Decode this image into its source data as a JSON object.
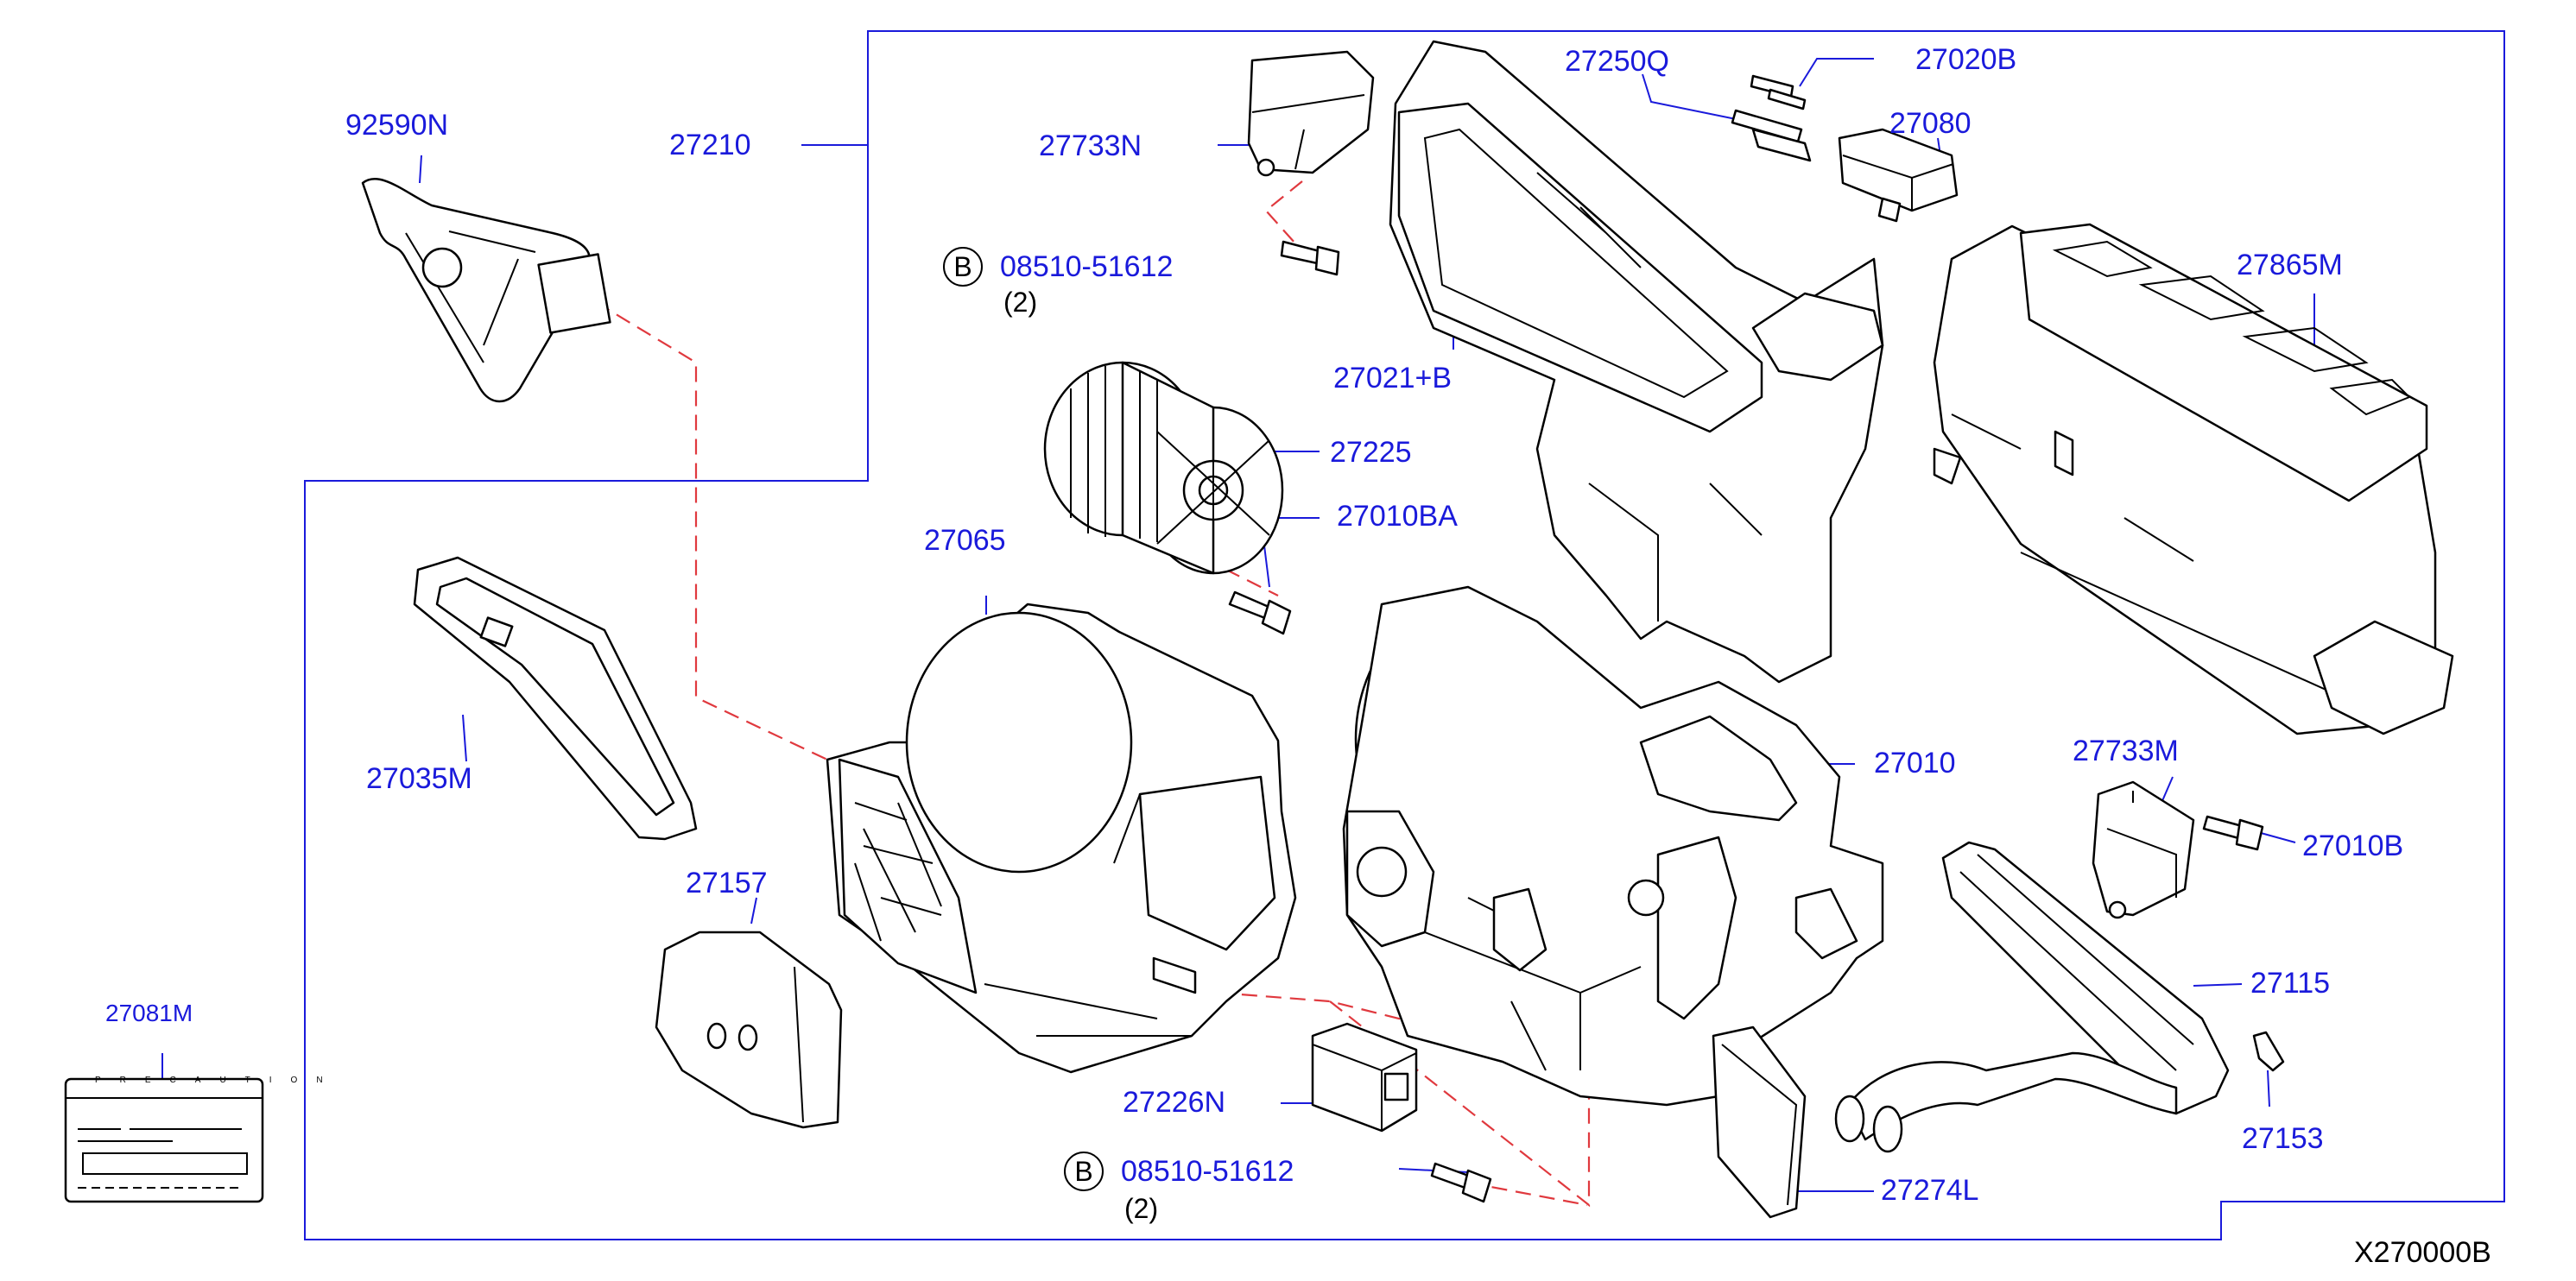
{
  "diagram_code": "X270000B",
  "precaution_text": "PRECAUTION",
  "callouts": [
    {
      "id": "92590N",
      "label": "92590N"
    },
    {
      "id": "27210",
      "label": "27210"
    },
    {
      "id": "27733N",
      "label": "27733N"
    },
    {
      "id": "bolt_upper",
      "label": "08510-51612",
      "qty": "(2)",
      "circle": "B"
    },
    {
      "id": "27250Q",
      "label": "27250Q"
    },
    {
      "id": "27020B",
      "label": "27020B"
    },
    {
      "id": "27080",
      "label": "27080"
    },
    {
      "id": "27865M",
      "label": "27865M"
    },
    {
      "id": "27021B",
      "label": "27021+B"
    },
    {
      "id": "27225",
      "label": "27225"
    },
    {
      "id": "27010BA",
      "label": "27010BA"
    },
    {
      "id": "27065",
      "label": "27065"
    },
    {
      "id": "27035M",
      "label": "27035M"
    },
    {
      "id": "27010",
      "label": "27010"
    },
    {
      "id": "27733M",
      "label": "27733M"
    },
    {
      "id": "27010B",
      "label": "27010B"
    },
    {
      "id": "27157",
      "label": "27157"
    },
    {
      "id": "27115",
      "label": "27115"
    },
    {
      "id": "27081M",
      "label": "27081M"
    },
    {
      "id": "27226N",
      "label": "27226N"
    },
    {
      "id": "27153",
      "label": "27153"
    },
    {
      "id": "bolt_lower",
      "label": "08510-51612",
      "qty": "(2)",
      "circle": "B"
    },
    {
      "id": "27274L",
      "label": "27274L"
    }
  ]
}
